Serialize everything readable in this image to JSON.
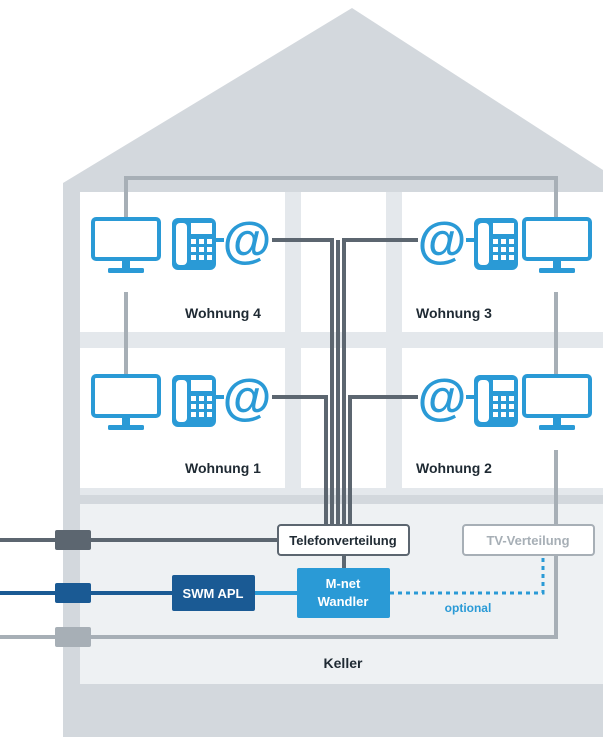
{
  "apartments": [
    {
      "id": "wohnung-4",
      "label": "Wohnung 4"
    },
    {
      "id": "wohnung-3",
      "label": "Wohnung 3"
    },
    {
      "id": "wohnung-1",
      "label": "Wohnung 1"
    },
    {
      "id": "wohnung-2",
      "label": "Wohnung 2"
    }
  ],
  "basement": {
    "label": "Keller"
  },
  "boxes": {
    "telefonverteilung": "Telefonverteilung",
    "tv_verteilung": "TV-Verteilung",
    "swm_apl": "SWM APL",
    "mnet_wandler_line1": "M-net",
    "mnet_wandler_line2": "Wandler"
  },
  "connection_note": "optional",
  "device_icons": {
    "monitor": "monitor-icon",
    "phone": "telephone-icon",
    "internet": "at-sign-icon"
  },
  "colors": {
    "house_light": "#e9ecef",
    "house_dark": "#d3d8dd",
    "apartment_fill": "#ffffff",
    "accent_blue": "#2a9ad6",
    "dark_blue": "#1a5a94",
    "line_dark": "#5c6670",
    "line_grey": "#a7afb6"
  }
}
